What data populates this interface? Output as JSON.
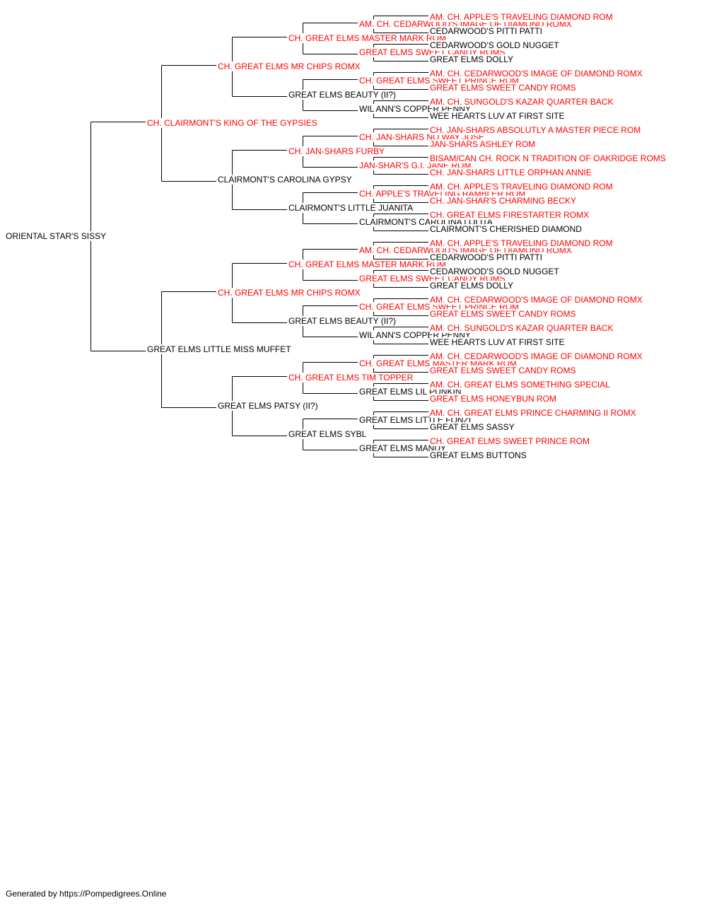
{
  "colors": {
    "champion": "#ff0000",
    "regular": "#000000",
    "line": "#000000"
  },
  "pedigree": {
    "name": "ORIENTAL STAR'S SISSY",
    "ch": false,
    "sire": {
      "name": "CH. CLAIRMONT'S KING OF THE GYPSIES",
      "ch": true,
      "sire": {
        "name": "CH. GREAT ELMS MR CHIPS ROMX",
        "ch": true,
        "sire": {
          "name": "CH. GREAT ELMS MASTER MARK ROM",
          "ch": true,
          "sire": {
            "name": "AM. CH. CEDARWOOD'S IMAGE OF DIAMOND ROMX",
            "ch": true,
            "sire": {
              "name": "AM. CH. APPLE'S TRAVELING DIAMOND ROM",
              "ch": true
            },
            "dam": {
              "name": "CEDARWOOD'S PITTI PATTI",
              "ch": false
            }
          },
          "dam": {
            "name": "GREAT ELMS SWEET CANDY ROMS",
            "ch": true,
            "sire": {
              "name": "CEDARWOOD'S GOLD NUGGET",
              "ch": false
            },
            "dam": {
              "name": "GREAT ELMS DOLLY",
              "ch": false
            }
          }
        },
        "dam": {
          "name": "GREAT ELMS BEAUTY (II?)",
          "ch": false,
          "sire": {
            "name": "CH. GREAT ELMS SWEET PRINCE ROM",
            "ch": true,
            "sire": {
              "name": "AM. CH. CEDARWOOD'S IMAGE OF DIAMOND ROMX",
              "ch": true
            },
            "dam": {
              "name": "GREAT ELMS SWEET CANDY ROMS",
              "ch": true
            }
          },
          "dam": {
            "name": "WIL ANN'S COPPER PENNY",
            "ch": false,
            "sire": {
              "name": "AM. CH. SUNGOLD'S KAZAR QUARTER BACK",
              "ch": true
            },
            "dam": {
              "name": "WEE HEARTS LUV AT FIRST SITE",
              "ch": false
            }
          }
        }
      },
      "dam": {
        "name": "CLAIRMONT'S CAROLINA GYPSY",
        "ch": false,
        "sire": {
          "name": "CH. JAN-SHARS FURBY",
          "ch": true,
          "sire": {
            "name": "CH. JAN-SHARS NO WAY JOSE",
            "ch": true,
            "sire": {
              "name": "CH. JAN-SHARS ABSOLUTLY A MASTER PIECE ROM",
              "ch": true
            },
            "dam": {
              "name": "JAN-SHARS ASHLEY ROM",
              "ch": true
            }
          },
          "dam": {
            "name": "JAN-SHAR'S G.I. JANE ROM",
            "ch": true,
            "sire": {
              "name": "BISAM/CAN CH. ROCK N TRADITION OF OAKRIDGE ROMS",
              "ch": true
            },
            "dam": {
              "name": "CH. JAN-SHARS LITTLE ORPHAN ANNIE",
              "ch": true
            }
          }
        },
        "dam": {
          "name": "CLAIRMONT'S LITTLE JUANITA",
          "ch": false,
          "sire": {
            "name": "CH. APPLE'S TRAVELING RAMBLER ROM",
            "ch": true,
            "sire": {
              "name": "AM. CH. APPLE'S TRAVELING DIAMOND ROM",
              "ch": true
            },
            "dam": {
              "name": "CH. JAN-SHAR'S CHARMING BECKY",
              "ch": true
            }
          },
          "dam": {
            "name": "CLAIRMONT'S CAROLINA LOLITA",
            "ch": false,
            "sire": {
              "name": "CH. GREAT ELMS FIRESTARTER ROMX",
              "ch": true
            },
            "dam": {
              "name": "CLAIRMONT'S CHERISHED DIAMOND",
              "ch": false
            }
          }
        }
      }
    },
    "dam": {
      "name": "GREAT ELMS LITTLE MISS MUFFET",
      "ch": false,
      "sire": {
        "name": "CH. GREAT ELMS MR CHIPS ROMX",
        "ch": true,
        "sire": {
          "name": "CH. GREAT ELMS MASTER MARK ROM",
          "ch": true,
          "sire": {
            "name": "AM. CH. CEDARWOOD'S IMAGE OF DIAMOND ROMX",
            "ch": true,
            "sire": {
              "name": "AM. CH. APPLE'S TRAVELING DIAMOND ROM",
              "ch": true
            },
            "dam": {
              "name": "CEDARWOOD'S PITTI PATTI",
              "ch": false
            }
          },
          "dam": {
            "name": "GREAT ELMS SWEET CANDY ROMS",
            "ch": true,
            "sire": {
              "name": "CEDARWOOD'S GOLD NUGGET",
              "ch": false
            },
            "dam": {
              "name": "GREAT ELMS DOLLY",
              "ch": false
            }
          }
        },
        "dam": {
          "name": "GREAT ELMS BEAUTY (II?)",
          "ch": false,
          "sire": {
            "name": "CH. GREAT ELMS SWEET PRINCE ROM",
            "ch": true,
            "sire": {
              "name": "AM. CH. CEDARWOOD'S IMAGE OF DIAMOND ROMX",
              "ch": true
            },
            "dam": {
              "name": "GREAT ELMS SWEET CANDY ROMS",
              "ch": true
            }
          },
          "dam": {
            "name": "WIL ANN'S COPPER PENNY",
            "ch": false,
            "sire": {
              "name": "AM. CH. SUNGOLD'S KAZAR QUARTER BACK",
              "ch": true
            },
            "dam": {
              "name": "WEE HEARTS LUV AT FIRST SITE",
              "ch": false
            }
          }
        }
      },
      "dam": {
        "name": "GREAT ELMS PATSY (II?)",
        "ch": false,
        "sire": {
          "name": "CH. GREAT ELMS TIM TOPPER",
          "ch": true,
          "sire": {
            "name": "CH. GREAT ELMS MASTER MARK ROM",
            "ch": true,
            "sire": {
              "name": "AM. CH. CEDARWOOD'S IMAGE OF DIAMOND ROMX",
              "ch": true
            },
            "dam": {
              "name": "GREAT ELMS SWEET CANDY ROMS",
              "ch": true
            }
          },
          "dam": {
            "name": "GREAT ELMS LIL PUNKIN",
            "ch": false,
            "sire": {
              "name": "AM. CH. GREAT ELMS SOMETHING SPECIAL",
              "ch": true
            },
            "dam": {
              "name": "GREAT ELMS HONEYBUN ROM",
              "ch": true
            }
          }
        },
        "dam": {
          "name": "GREAT ELMS SYBL",
          "ch": false,
          "sire": {
            "name": "GREAT ELMS LITTLE FONZI",
            "ch": false,
            "sire": {
              "name": "AM. CH. GREAT ELMS PRINCE CHARMING II ROMX",
              "ch": true
            },
            "dam": {
              "name": "GREAT ELMS SASSY",
              "ch": false
            }
          },
          "dam": {
            "name": "GREAT ELMS MANDY",
            "ch": false,
            "sire": {
              "name": "CH. GREAT ELMS SWEET PRINCE ROM",
              "ch": true
            },
            "dam": {
              "name": "GREAT ELMS BUTTONS",
              "ch": false
            }
          }
        }
      }
    }
  },
  "footer": {
    "text": "Generated by https://Pompedigrees.Online"
  }
}
